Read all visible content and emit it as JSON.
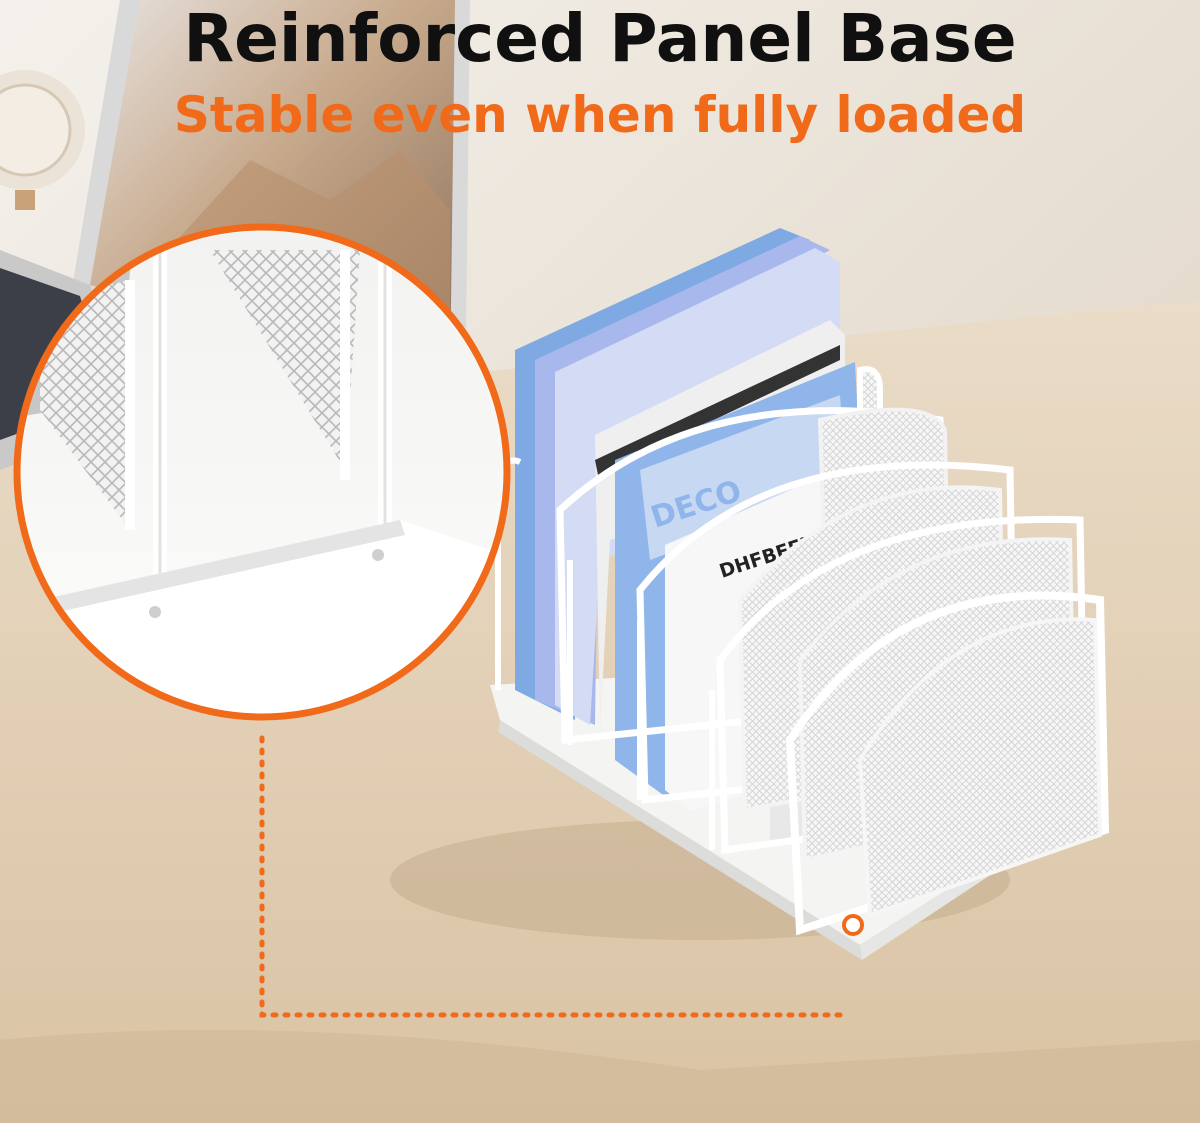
{
  "header": {
    "title": "Reinforced Panel Base",
    "subtitle": "Stable even when fully loaded"
  },
  "book_labels": {
    "cover_text_1": "DECO",
    "cover_text_2": "DHFBFEHEH"
  },
  "colors": {
    "accent": "#f06a1a",
    "title": "#101010",
    "organizer": "#f7f7f5",
    "desk": "#e3cfb4",
    "book_blue": "#8fb5ea"
  }
}
